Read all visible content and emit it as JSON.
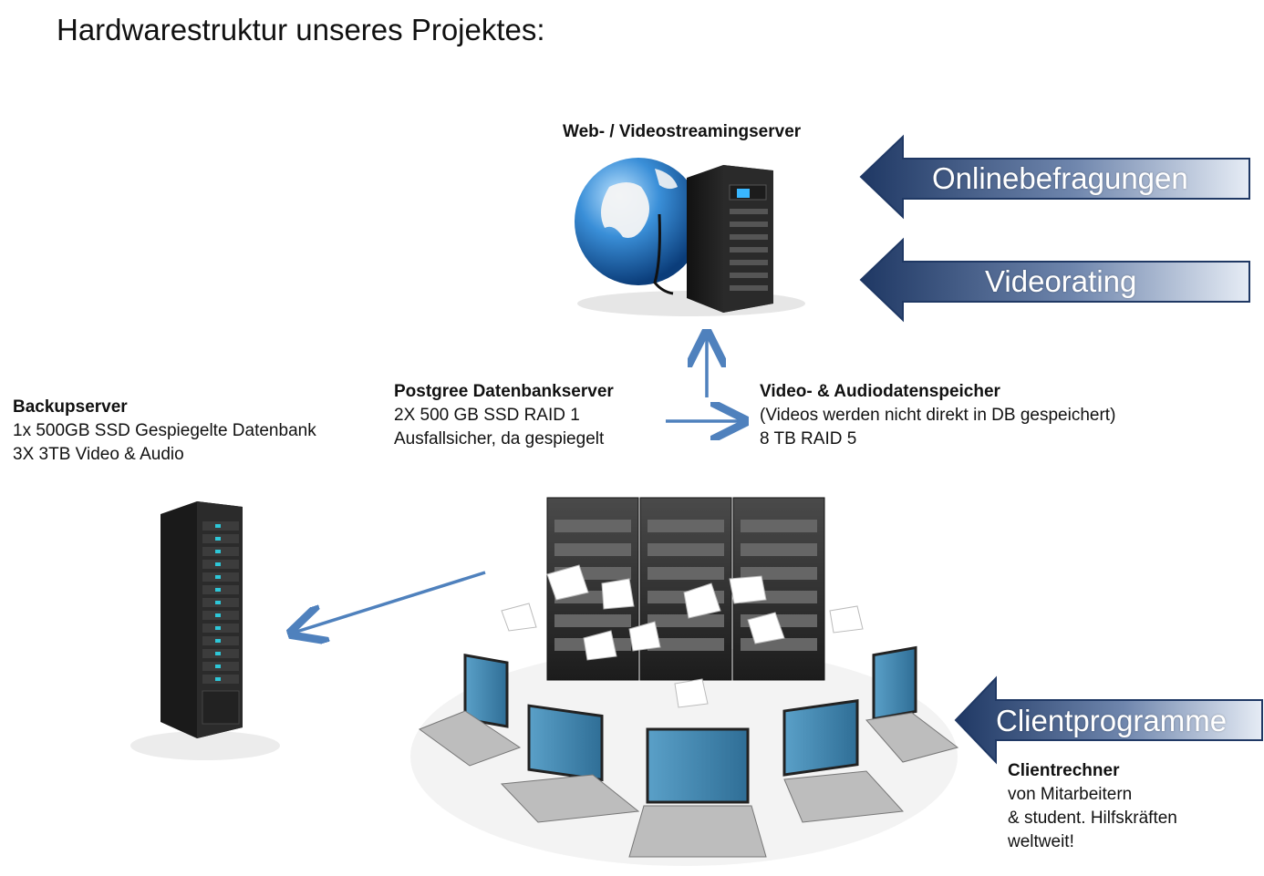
{
  "title": "Hardwarestruktur unseres Projektes:",
  "webserver": {
    "label": "Web- / Videostreamingserver"
  },
  "banners": {
    "online": "Onlinebefragungen",
    "video": "Videorating",
    "client": "Clientprogramme"
  },
  "db": {
    "title": "Postgree Datenbankserver",
    "line1": "2X 500 GB SSD RAID 1",
    "line2": "Ausfallsicher, da gespiegelt"
  },
  "storage": {
    "title": "Video- & Audiodatenspeicher",
    "line1": "(Videos werden nicht direkt in DB gespeichert)",
    "line2": "8 TB RAID 5"
  },
  "backup": {
    "title": "Backupserver",
    "line1": "1x 500GB SSD Gespiegelte Datenbank",
    "line2": "3X 3TB Video & Audio"
  },
  "clients": {
    "title": "Clientrechner",
    "line1": "von Mitarbeitern",
    "line2": "& student. Hilfskräften",
    "line3": "weltweit!"
  },
  "colors": {
    "arrow": "#4f81bd",
    "banner_dark": "#1f3864",
    "banner_light": "#dbe5f1"
  }
}
